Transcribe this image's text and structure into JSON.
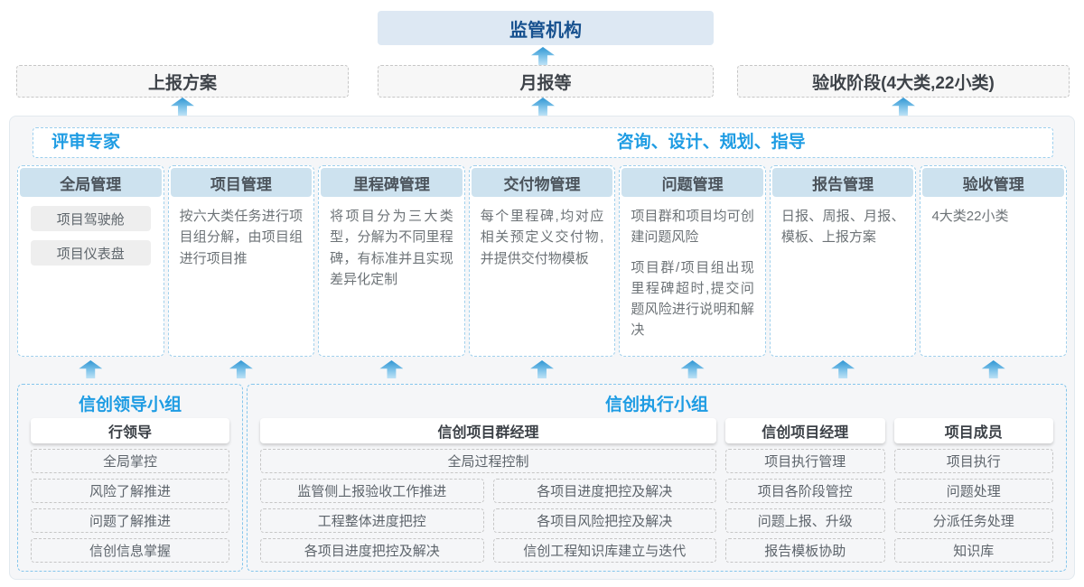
{
  "top": {
    "regulator": "监管机构"
  },
  "row2": {
    "plan": "上报方案",
    "monthly": "月报等",
    "acceptance": "验收阶段(4大类,22小类)"
  },
  "panel": {
    "experts_label": "评审专家",
    "consult_label": "咨询、设计、规划、指导",
    "columns": [
      {
        "title": "全局管理",
        "chips": [
          "项目驾驶舱",
          "项目仪表盘"
        ]
      },
      {
        "title": "项目管理",
        "paragraphs": [
          "按六大类任务进行项目组分解，由项目组进行项目推"
        ]
      },
      {
        "title": "里程碑管理",
        "paragraphs": [
          "将项目分为三大类型，分解为不同里程碑，有标准并且实现差异化定制"
        ]
      },
      {
        "title": "交付物管理",
        "paragraphs": [
          "每个里程碑,均对应相关预定义交付物,并提供交付物模板"
        ]
      },
      {
        "title": "问题管理",
        "paragraphs": [
          "项目群和项目均可创建问题风险",
          "项目群/项目组出现里程碑超时,提交问题风险进行说明和解决"
        ]
      },
      {
        "title": "报告管理",
        "paragraphs": [
          "日报、周报、月报、模板、上报方案"
        ]
      },
      {
        "title": "验收管理",
        "paragraphs": [
          "4大类22小类"
        ]
      }
    ]
  },
  "bottom": {
    "lead_group": {
      "title": "信创领导小组",
      "role": "行领导",
      "items": [
        "全局掌控",
        "风险了解推进",
        "问题了解推进",
        "信创信息掌握"
      ]
    },
    "exec_group": {
      "title": "信创执行小组",
      "pg_manager": {
        "role": "信创项目群经理",
        "full_item": "全局过程控制",
        "left_items": [
          "监管侧上报验收工作推进",
          "工程整体进度把控",
          "各项目进度把控及解决"
        ],
        "right_items": [
          "各项目进度把控及解决",
          "各项目风险把控及解决",
          "信创工程知识库建立与迭代"
        ]
      },
      "pm": {
        "role": "信创项目经理",
        "items": [
          "项目执行管理",
          "项目各阶段管控",
          "问题上报、升级",
          "报告模板协助"
        ]
      },
      "member": {
        "role": "项目成员",
        "items": [
          "项目执行",
          "问题处理",
          "分派任务处理",
          "知识库"
        ]
      }
    }
  },
  "colors": {
    "accent_blue": "#1e9ce3",
    "navy_title": "#17518f",
    "header_bg": "#cde2ef",
    "top_bg": "#dde8f3",
    "panel_bg": "#f5f6f8",
    "arrow_blue": "#2e95d3"
  }
}
